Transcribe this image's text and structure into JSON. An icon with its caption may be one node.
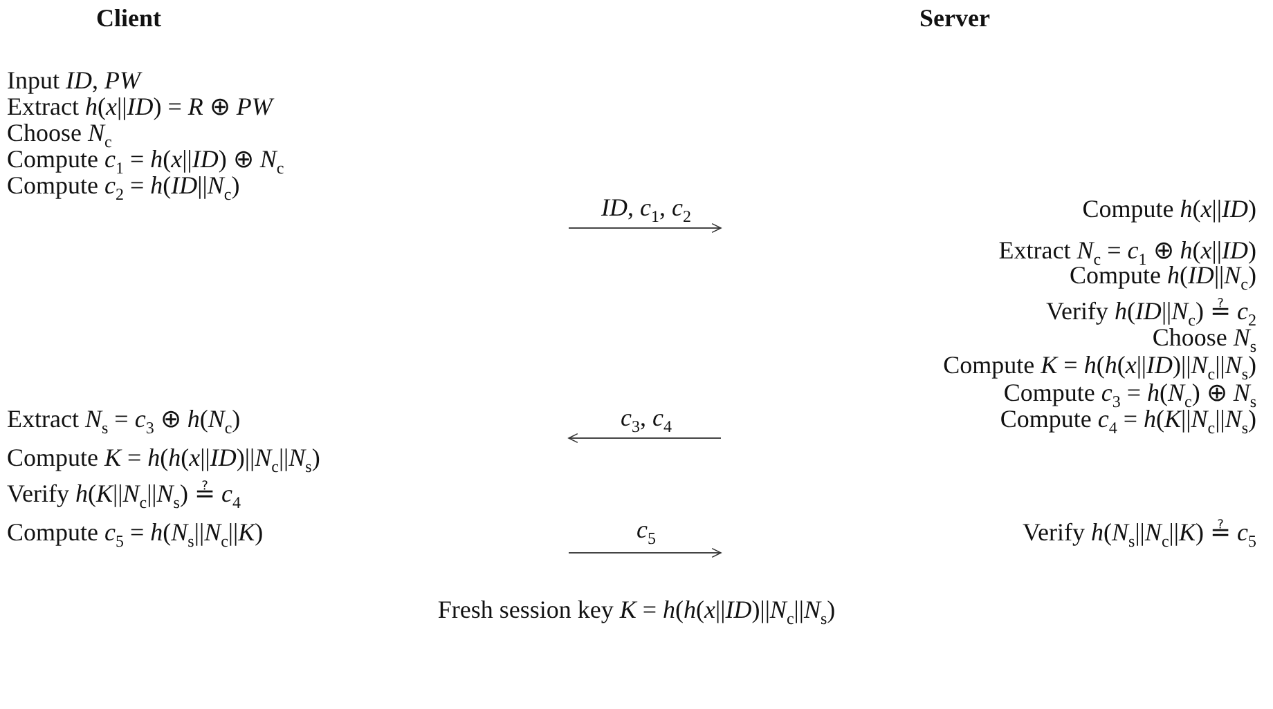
{
  "diagram": {
    "labels": [
      "Client",
      "Server",
      "Input *ID*, *PW*",
      "Extract *h*(*x*||*ID*) = *R* ⊕ *PW*",
      "Choose *N*$_{c}$",
      "Compute *c*$_{1}$ = *h*(*x*||*ID*) ⊕ *N*$_{c}$",
      "Compute *c*$_{2}$ = *h*(*ID*||*N*$_{c}$)",
      "*ID*, *c*$_{1}$, *c*$_{2}$",
      "Compute *h*(*x*||*ID*)",
      "Extract *N*$_{c}$ = *c*$_{1}$ ⊕ *h*(*x*||*ID*)",
      "Compute *h*(*ID*||*N*$_{c}$)",
      "Verify *h*(*ID*||*N*$_{c}$) ≟ *c*$_{2}$",
      "Choose *N*$_{s}$",
      "Compute *K* = *h*(*h*(*x*||*ID*)||*N*$_{c}$||*N*$_{s}$)",
      "Compute *c*$_{3}$ = *h*(*N*$_{c}$) ⊕ *N*$_{s}$",
      "Extract *N*$_{s}$ = *c*$_{3}$ ⊕ *h*(*N*$_{c}$)",
      "*c*$_{3}$, *c*$_{4}$",
      "Compute *c*$_{4}$ = *h*(*K*||*N*$_{c}$||*N*$_{s}$)",
      "Compute *K* = *h*(*h*(*x*||*ID*)||*N*$_{c}$||*N*$_{s}$)",
      "Verify *h*(*K*||*N*$_{c}$||*N*$_{s}$) ≟ *c*$_{4}$",
      "Compute *c*$_{5}$ = *h*(*N*$_{s}$||*N*$_{c}$||*K*)",
      "*c*$_{5}$",
      "Verify *h*(*N*$_{s}$||*N*$_{c}$||*K*) ≟ *c*$_{5}$",
      "Fresh session key *K* = *h*(*h*(*x*||*ID*)||*N*$_{c}$||*N*$_{s}$)"
    ]
  }
}
